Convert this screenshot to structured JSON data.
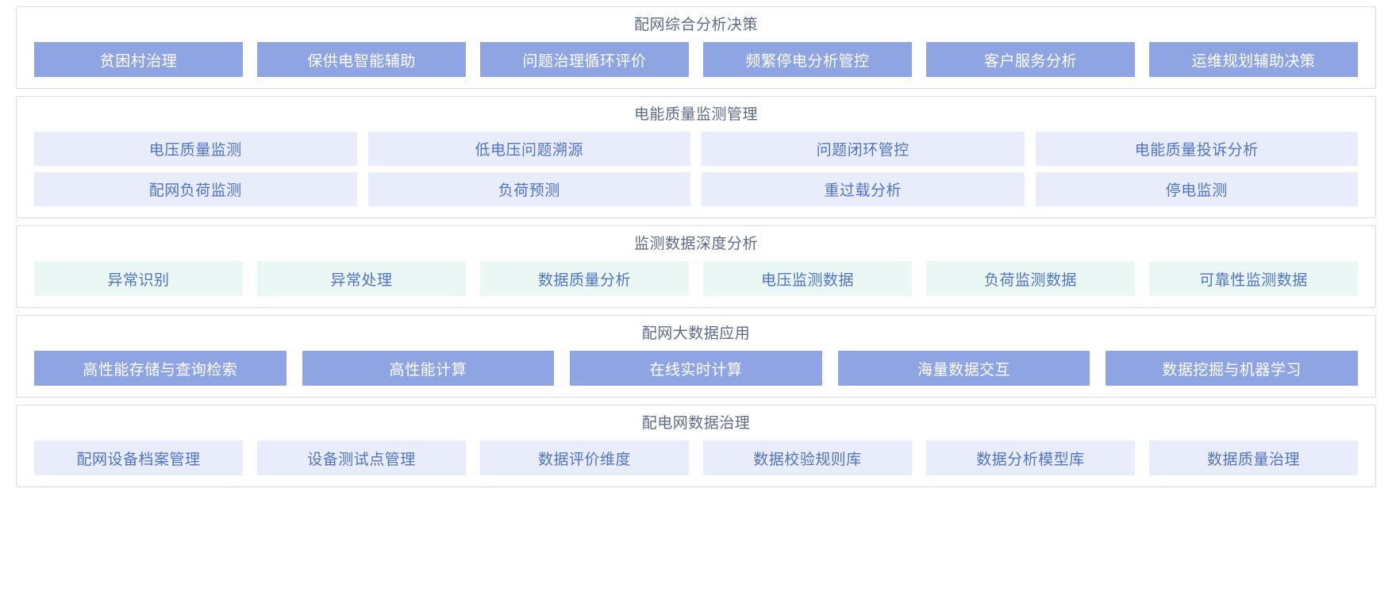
{
  "theme": {
    "page_background": "#ffffff",
    "panel_border": "#dcdcdc",
    "title_color": "#5f6b86",
    "solid_tile_bg": "#8fa5e3",
    "solid_tile_text": "#ffffff",
    "lavender_tile_bg": "#e8ecfb",
    "mint_tile_bg": "#eaf7f4",
    "light_tile_text": "#5274c4"
  },
  "panels": [
    {
      "id": "comprehensive-analysis-decision",
      "title": "配网综合分析决策",
      "style": "solid",
      "rows": [
        [
          "贫困村治理",
          "保供电智能辅助",
          "问题治理循环评价",
          "频繁停电分析管控",
          "客户服务分析",
          "运维规划辅助决策"
        ]
      ]
    },
    {
      "id": "power-quality-monitoring-management",
      "title": "电能质量监测管理",
      "style": "lavender",
      "rows": [
        [
          "电压质量监测",
          "低电压问题溯源",
          "问题闭环管控",
          "电能质量投诉分析"
        ],
        [
          "配网负荷监测",
          "负荷预测",
          "重过载分析",
          "停电监测"
        ]
      ]
    },
    {
      "id": "monitoring-data-deep-analysis",
      "title": "监测数据深度分析",
      "style": "mint",
      "rows": [
        [
          "异常识别",
          "异常处理",
          "数据质量分析",
          "电压监测数据",
          "负荷监测数据",
          "可靠性监测数据"
        ]
      ]
    },
    {
      "id": "distribution-network-big-data-application",
      "title": "配网大数据应用",
      "style": "solid",
      "rows": [
        [
          "高性能存储与查询检索",
          "高性能计算",
          "在线实时计算",
          "海量数据交互",
          "数据挖掘与机器学习"
        ]
      ]
    },
    {
      "id": "distribution-network-data-governance",
      "title": "配电网数据治理",
      "style": "lavender",
      "rows": [
        [
          "配网设备档案管理",
          "设备测试点管理",
          "数据评价维度",
          "数据校验规则库",
          "数据分析模型库",
          "数据质量治理"
        ]
      ]
    }
  ]
}
